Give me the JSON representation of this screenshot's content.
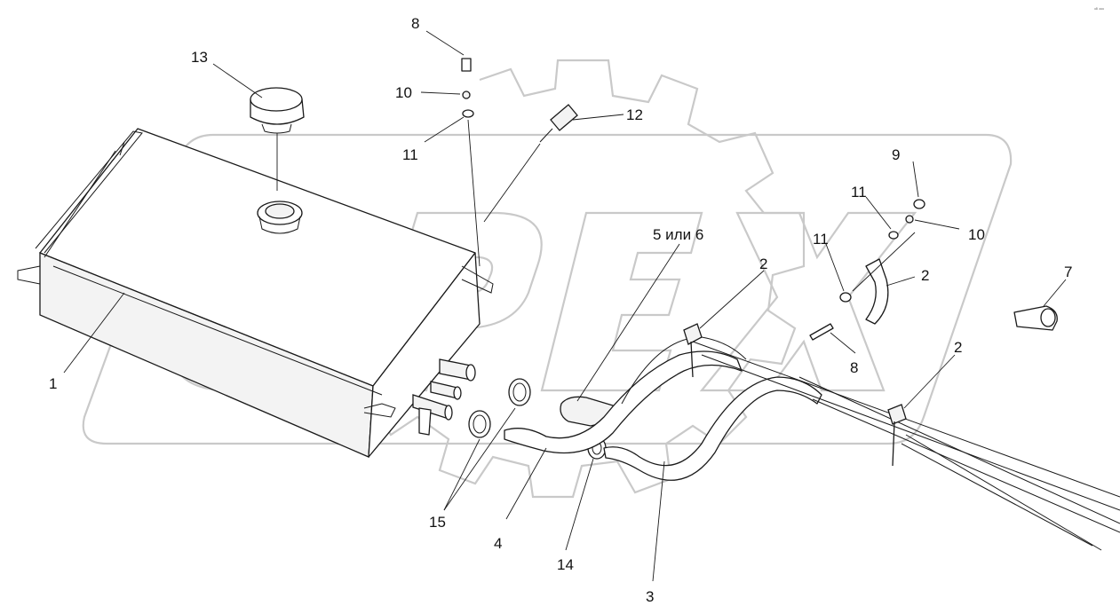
{
  "callouts": [
    {
      "id": "c1",
      "text": "1"
    },
    {
      "id": "c2a",
      "text": "2"
    },
    {
      "id": "c2b",
      "text": "2"
    },
    {
      "id": "c2c",
      "text": "2"
    },
    {
      "id": "c3",
      "text": "3"
    },
    {
      "id": "c4",
      "text": "4"
    },
    {
      "id": "c56",
      "text": "5 или 6"
    },
    {
      "id": "c7",
      "text": "7"
    },
    {
      "id": "c8a",
      "text": "8"
    },
    {
      "id": "c8b",
      "text": "8"
    },
    {
      "id": "c9",
      "text": "9"
    },
    {
      "id": "c10a",
      "text": "10"
    },
    {
      "id": "c10b",
      "text": "10"
    },
    {
      "id": "c11a",
      "text": "11"
    },
    {
      "id": "c11b",
      "text": "11"
    },
    {
      "id": "c11c",
      "text": "11"
    },
    {
      "id": "c12",
      "text": "12"
    },
    {
      "id": "c13",
      "text": "13"
    },
    {
      "id": "c14",
      "text": "14"
    },
    {
      "id": "c15",
      "text": "15"
    }
  ],
  "watermark": {
    "text": "OPEX",
    "color": "#c9c9c9"
  },
  "corner_note": "ᵃᴮ ᵃᵃᵃ",
  "colors": {
    "line": "#1a1a1a",
    "watermark": "#c9c9c9",
    "background": "#ffffff"
  }
}
